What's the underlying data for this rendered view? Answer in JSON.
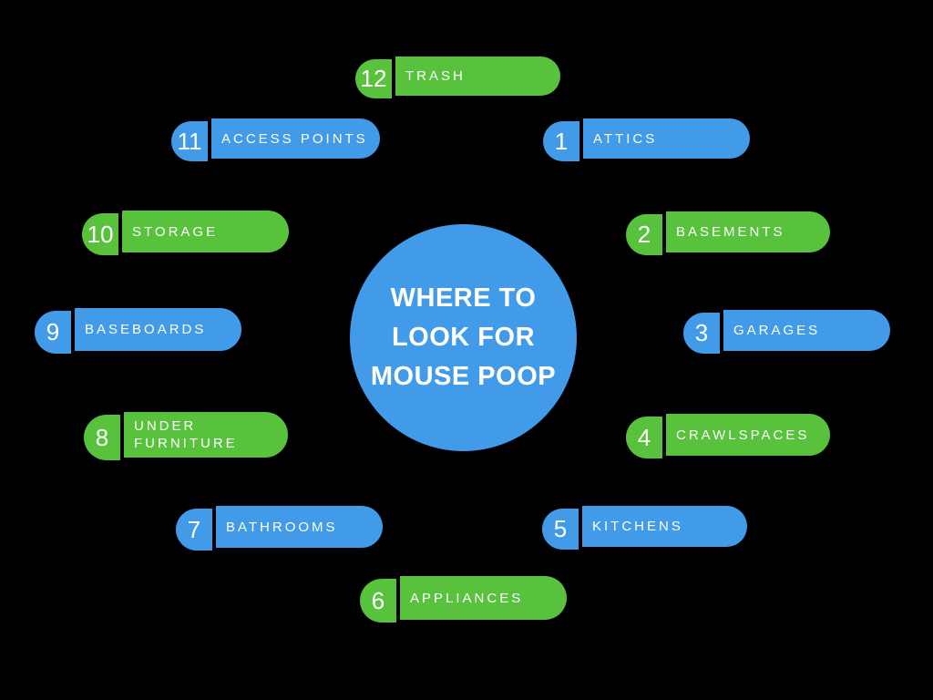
{
  "palette": {
    "background": "#000000",
    "blue": "#419BE9",
    "green": "#58C23D",
    "text": "#FFFFFF"
  },
  "center": {
    "title_lines": [
      "WHERE TO",
      "LOOK FOR",
      "MOUSE POOP"
    ]
  },
  "items": [
    {
      "number": "1",
      "label": "ATTICS",
      "color": "blue"
    },
    {
      "number": "2",
      "label": "BASEMENTS",
      "color": "green"
    },
    {
      "number": "3",
      "label": "GARAGES",
      "color": "blue"
    },
    {
      "number": "4",
      "label": "CRAWLSPACES",
      "color": "green"
    },
    {
      "number": "5",
      "label": "KITCHENS",
      "color": "blue"
    },
    {
      "number": "6",
      "label": "APPLIANCES",
      "color": "green"
    },
    {
      "number": "7",
      "label": "BATHROOMS",
      "color": "blue"
    },
    {
      "number": "8",
      "label": "UNDER FURNITURE",
      "color": "green"
    },
    {
      "number": "9",
      "label": "BASEBOARDS",
      "color": "blue"
    },
    {
      "number": "10",
      "label": "STORAGE",
      "color": "green"
    },
    {
      "number": "11",
      "label": "ACCESS POINTS",
      "color": "blue"
    },
    {
      "number": "12",
      "label": "TRASH",
      "color": "green"
    }
  ]
}
